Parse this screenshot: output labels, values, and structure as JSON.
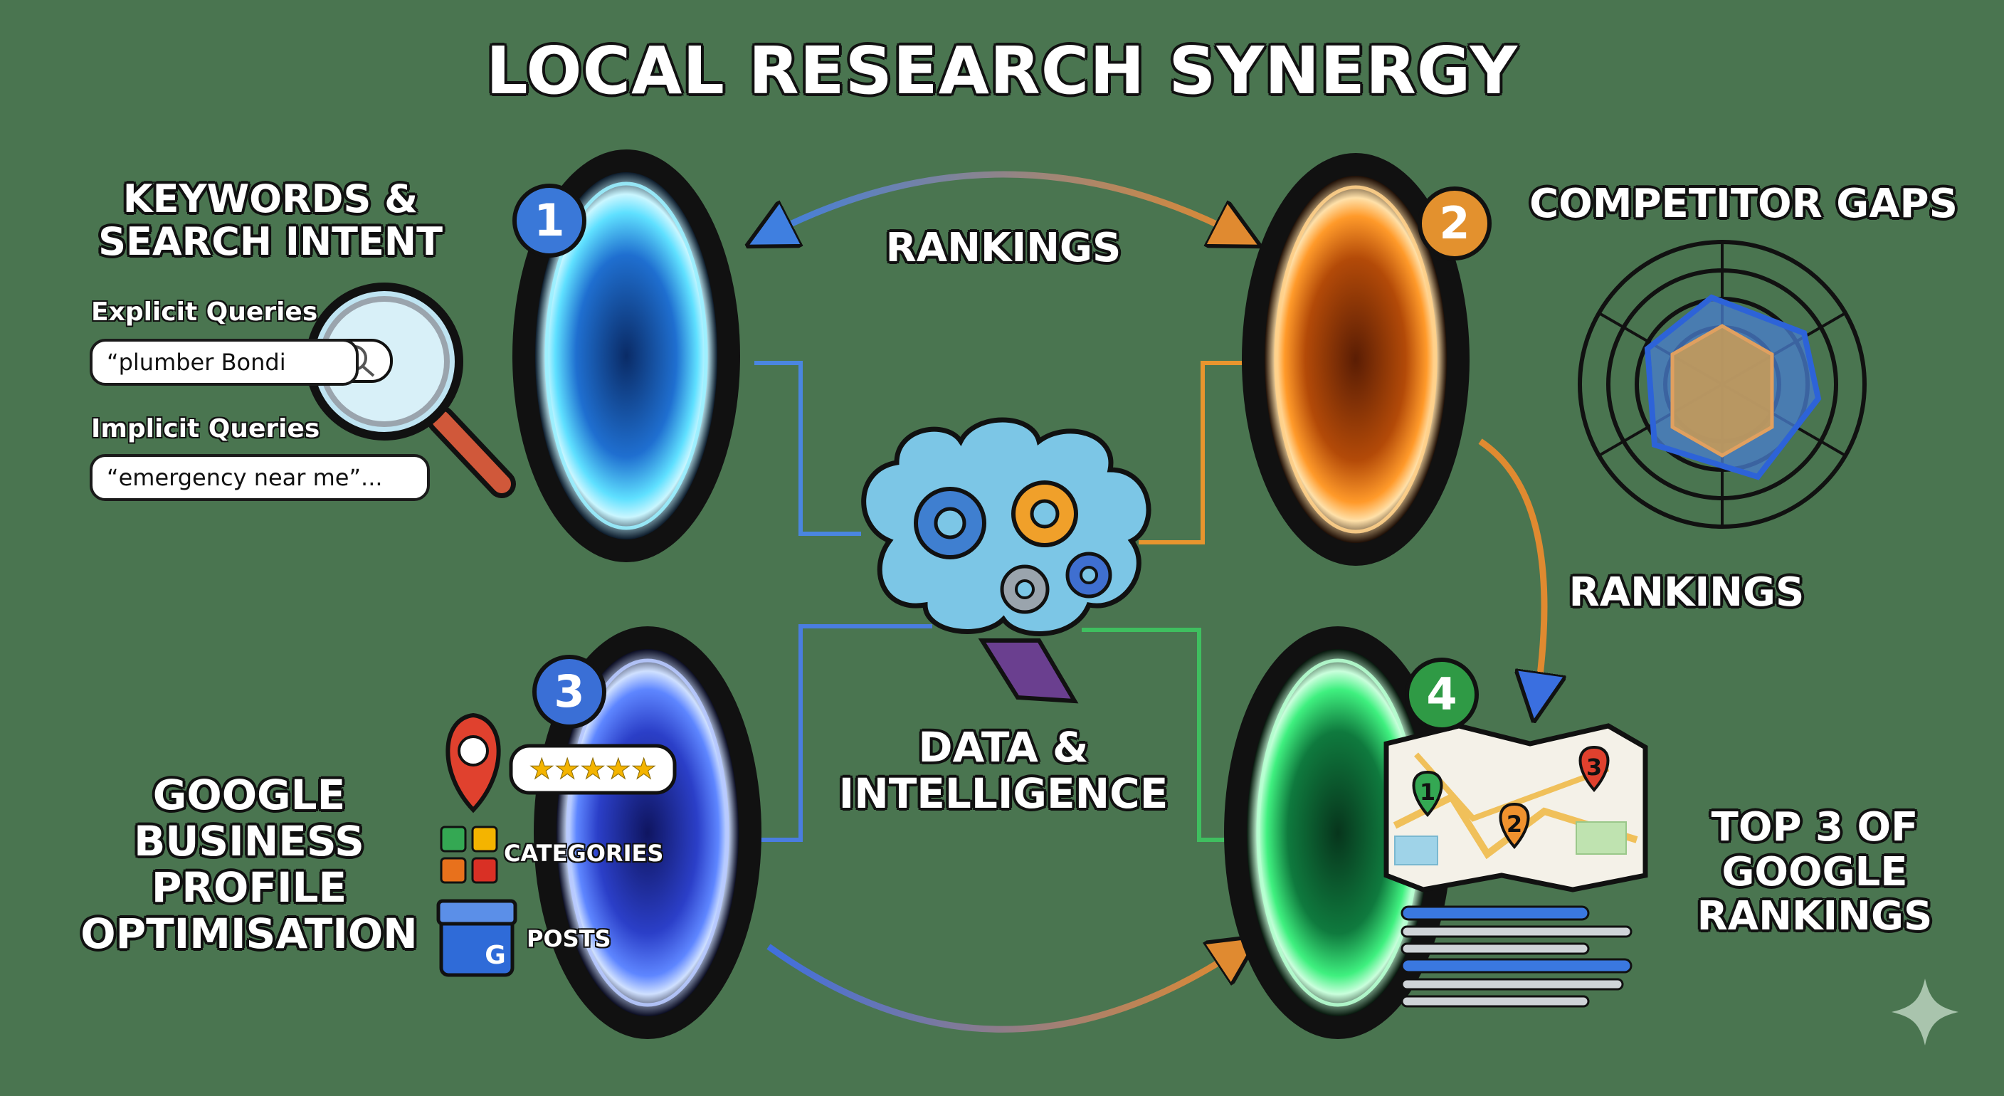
{
  "title": "LOCAL RESEARCH SYNERGY",
  "colors": {
    "background": "#4a7550",
    "portal_1": "#2fb4ff",
    "portal_2": "#ff8a1c",
    "portal_3": "#3d62ff",
    "portal_4": "#2ee06a"
  },
  "sections": {
    "keywords": {
      "number": "1",
      "title_line1": "KEYWORDS &",
      "title_line2": "SEARCH INTENT",
      "explicit_label": "Explicit Queries",
      "explicit_example": "“plumber Bondi",
      "implicit_label": "Implicit Queries",
      "implicit_example": "“emergency near me”..."
    },
    "competitors": {
      "number": "2",
      "title": "COMPETITOR GAPS"
    },
    "gbp": {
      "number": "3",
      "title_line1": "GOOGLE",
      "title_line2": "BUSINESS",
      "title_line3": "PROFILE",
      "title_line4": "OPTIMISATION",
      "categories_label": "CATEGORIES",
      "posts_label": "POSTS",
      "store_letter": "G",
      "rating_stars": 5
    },
    "top3": {
      "number": "4",
      "title_line1": "TOP 3 OF",
      "title_line2": "GOOGLE",
      "title_line3": "RANKINGS",
      "map_pins": [
        "1",
        "2",
        "3"
      ]
    }
  },
  "connectors": {
    "top_label": "RANKINGS",
    "right_label": "RANKINGS",
    "center_line1": "DATA &",
    "center_line2": "INTELLIGENCE"
  }
}
